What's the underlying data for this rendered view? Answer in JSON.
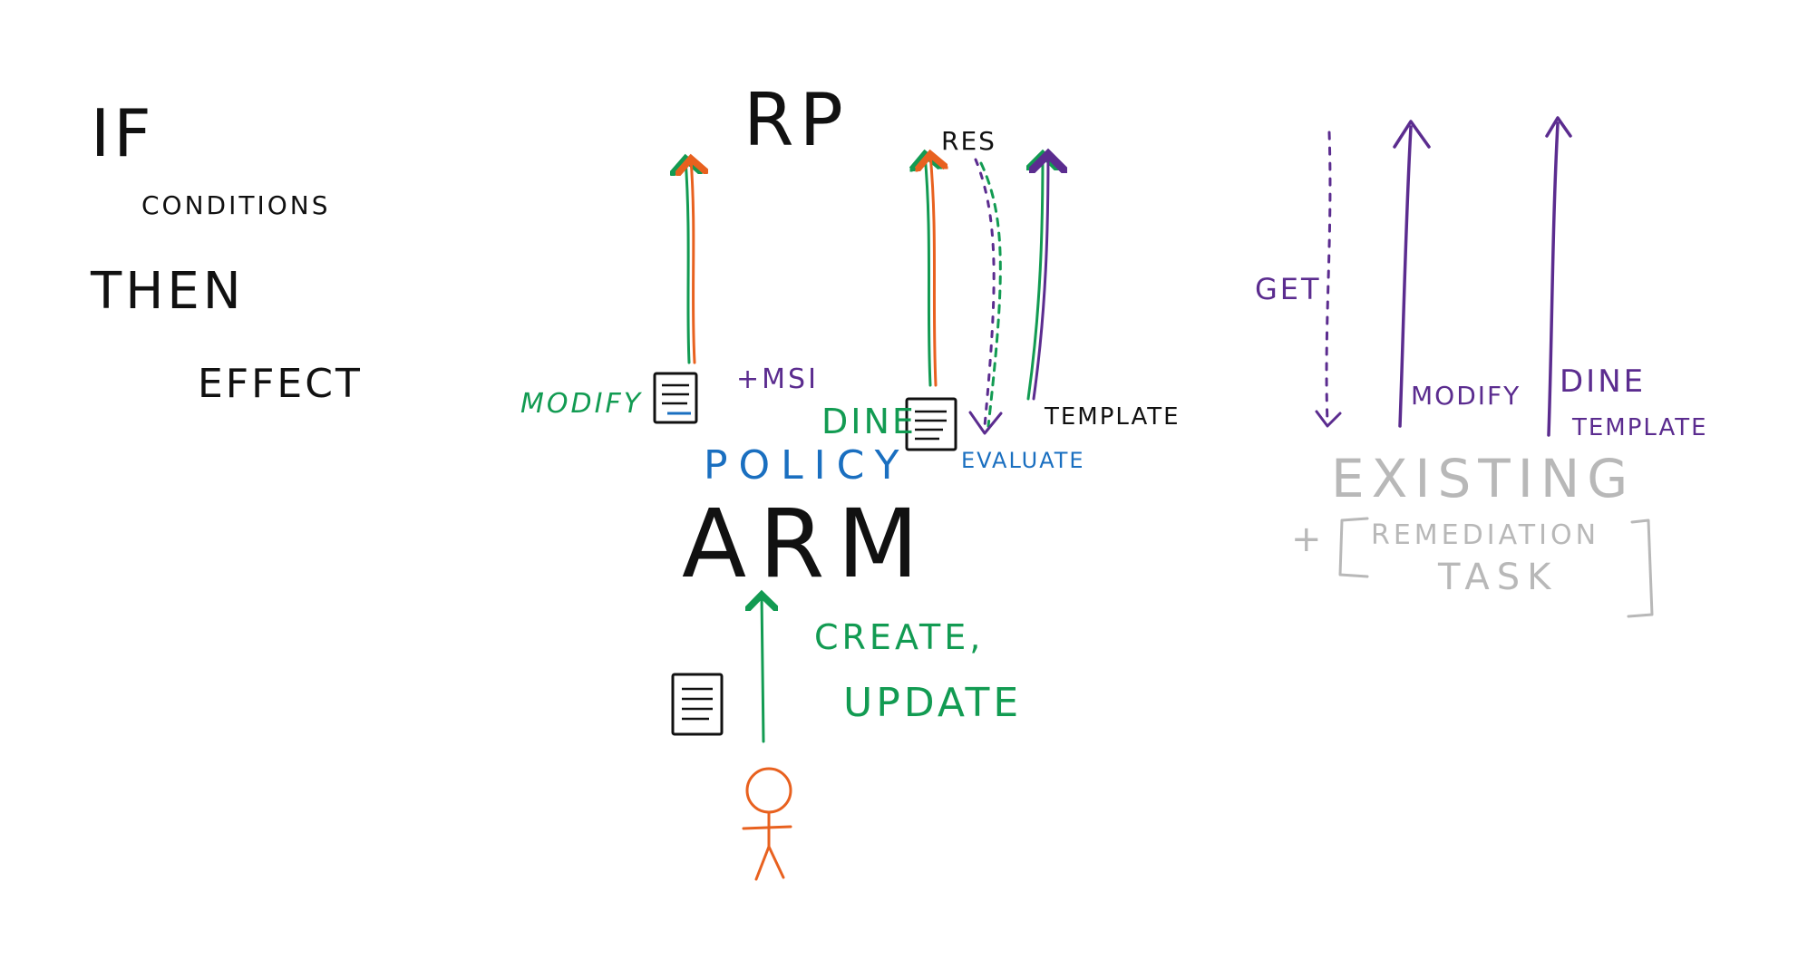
{
  "colors": {
    "black": "#111111",
    "green": "#129b52",
    "orange": "#e8611f",
    "purple": "#5b2c8f",
    "blue": "#1a6fc0",
    "gray": "#b8b8b8"
  },
  "left_panel": {
    "if_label": "IF",
    "conditions_label": "CONDITIONS",
    "then_label": "THEN",
    "effect_label": "EFFECT"
  },
  "center": {
    "rp_label": "RP",
    "res_label": "RES",
    "modify_label": "MODIFY",
    "msi_label": "+MSI",
    "dine_label": "DINE",
    "template_label": "TEMPLATE",
    "evaluate_label": "EVALUATE",
    "policy_label": "POLICY",
    "arm_label": "ARM",
    "create_label": "CREATE,",
    "update_label": "UPDATE"
  },
  "right": {
    "get_label": "GET",
    "modify_label": "MODIFY",
    "dine_label": "DINE",
    "template_label": "TEMPLATE",
    "existing_label": "EXISTING",
    "plus_label": "+",
    "remediation_label": "REMEDIATION",
    "task_label": "TASK"
  }
}
